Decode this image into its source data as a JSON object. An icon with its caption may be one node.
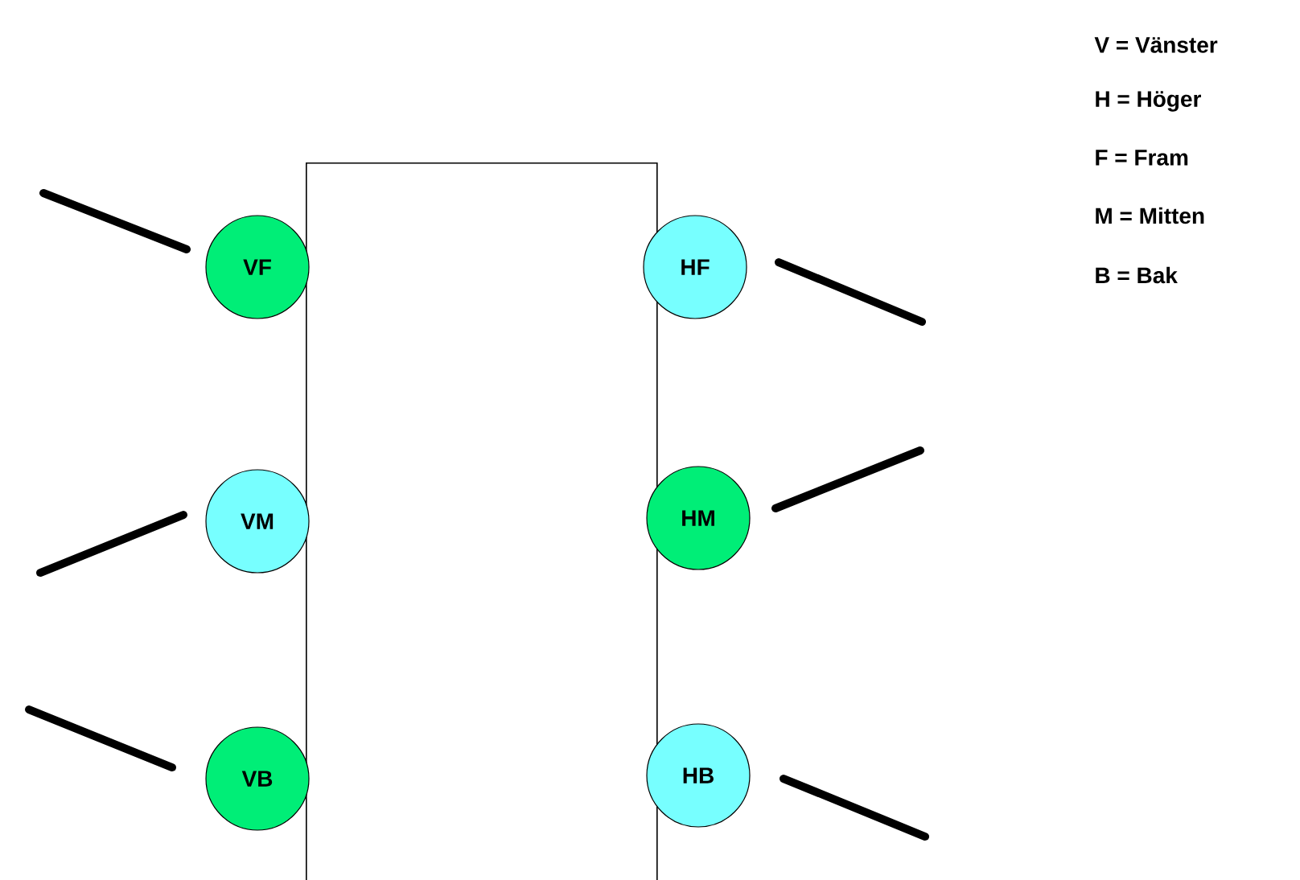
{
  "diagram": {
    "nodes": [
      {
        "text": [],
        "shape": "box"
      },
      {
        "text": [
          "VF"
        ]
      },
      {
        "text": [
          "VM"
        ]
      },
      {
        "text": [
          "VB"
        ]
      },
      {
        "text": [
          "HF"
        ]
      },
      {
        "text": [
          "HM"
        ]
      },
      {
        "text": [
          "HB"
        ]
      }
    ],
    "edges": [],
    "labels": [
      "V = Vänster",
      "H = Höger",
      "F = Fram",
      "M = Mitten",
      "B = Bak"
    ]
  }
}
